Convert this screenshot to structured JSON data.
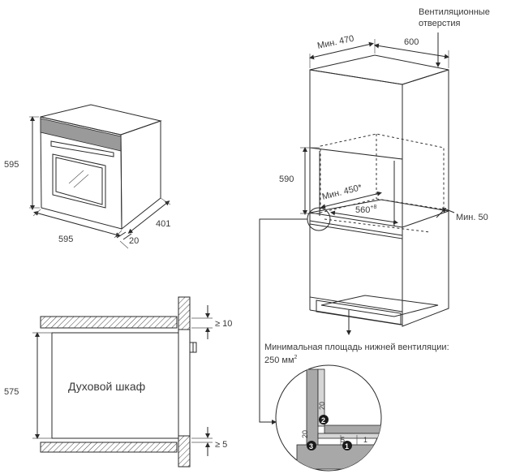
{
  "oven_view": {
    "height": "595",
    "width": "595",
    "depth": "401",
    "door": "20"
  },
  "section_view": {
    "height": "575",
    "cabinet_label": "Духовой шкаф",
    "gap_top": "≥ 10",
    "gap_bottom": "≥ 5"
  },
  "cabinet_view": {
    "vent_label_line1": "Вентиляционные",
    "vent_label_line2": "отверстия",
    "min_depth": "Мин. 470",
    "depth": "600",
    "niche_height": "590",
    "niche_depth": "Мин. 450*",
    "niche_width": "560",
    "niche_width_tol": "+8",
    "min_gap": "Мин. 50",
    "bottom_vent_line1": "Минимальная площадь нижней вентиляции:",
    "bottom_vent_line2_value": "250 мм",
    "bottom_vent_line2_sup": "2"
  },
  "detail": {
    "dim_a": "20",
    "dim_b": "20",
    "dim_c": "5",
    "dim_d": "1",
    "marker_1": "1",
    "marker_2": "2",
    "marker_3": "3"
  }
}
